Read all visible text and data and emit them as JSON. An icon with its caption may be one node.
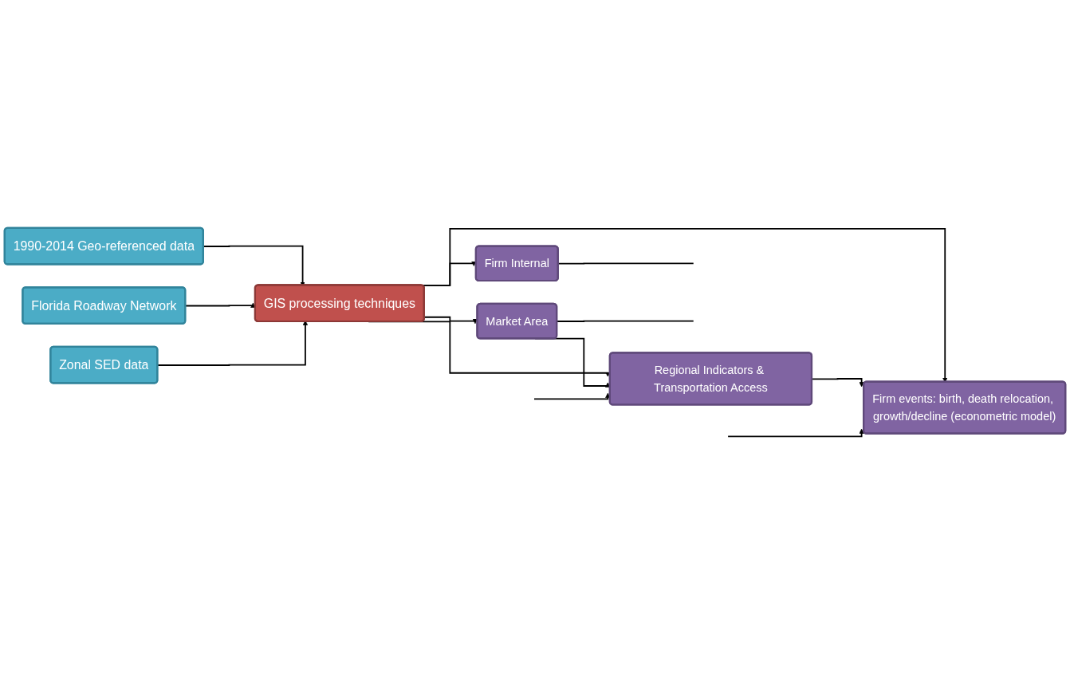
{
  "diagram": {
    "nodes": [
      {
        "text": [
          "1990-2014 Geo-referenced data"
        ]
      },
      {
        "text": [
          "Florida Roadway Network"
        ]
      },
      {
        "text": [
          "Zonal SED data"
        ]
      },
      {
        "text": [
          "GIS processing techniques"
        ]
      },
      {
        "text": [
          "Firm Internal"
        ]
      },
      {
        "text": [
          "Market Area"
        ]
      },
      {
        "text": [
          "Regional Indicators & Transportation Access"
        ]
      },
      {
        "text": [
          "Firm events: birth, death relocation, growth/decline (econometric model)"
        ]
      }
    ],
    "edges": [
      {
        "from": 0,
        "to": 3,
        "arrow": "to"
      },
      {
        "from": 1,
        "to": 3,
        "arrow": "to"
      },
      {
        "from": 2,
        "to": 3,
        "arrow": "to"
      },
      {
        "from": 3,
        "to": 4,
        "arrow": "to"
      },
      {
        "from": 3,
        "to": 5,
        "arrow": "to"
      },
      {
        "from": 3,
        "to": 6,
        "arrow": "to"
      },
      {
        "from": 3,
        "to": 7,
        "arrow": "to"
      },
      {
        "from": 5,
        "to": 6,
        "arrow": "to"
      },
      {
        "from": 6,
        "to": 7,
        "arrow": "to"
      },
      {
        "from": 4,
        "to": null,
        "arrow": "none"
      },
      {
        "from": 5,
        "to": null,
        "arrow": "none"
      },
      {
        "from": null,
        "to": 6,
        "arrow": "to"
      },
      {
        "from": null,
        "to": 7,
        "arrow": "to"
      }
    ]
  }
}
